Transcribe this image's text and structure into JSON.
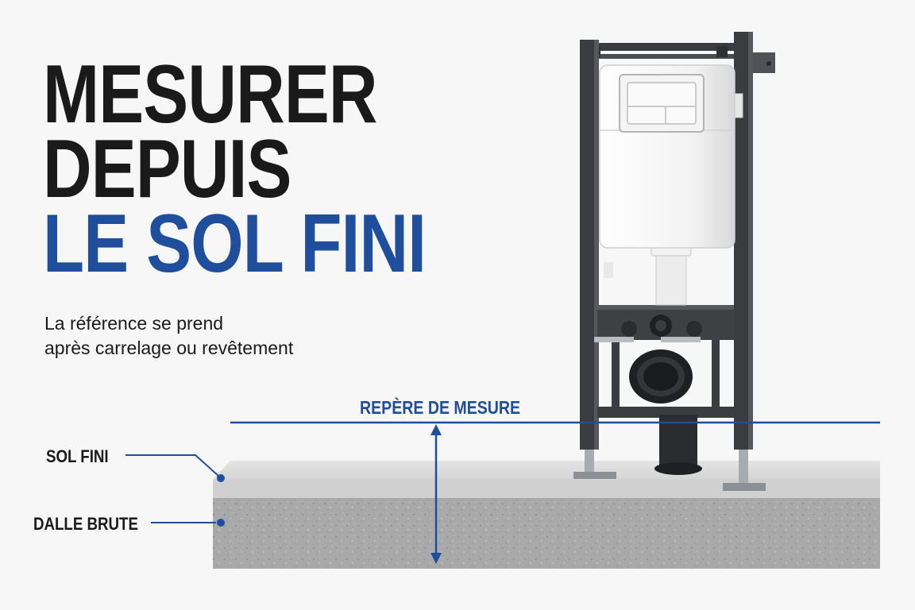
{
  "headline": {
    "line1": "MESURER",
    "line2": "DEPUIS",
    "line3": "LE SOL FINI"
  },
  "subtitle": {
    "line1": "La référence se prend",
    "line2": "après carrelage ou revêtement"
  },
  "diagram": {
    "reference_label": "REPÈRE DE MESURE",
    "finished_floor_label": "SOL FINI",
    "raw_slab_label": "DALLE BRUTE"
  },
  "colors": {
    "accent_blue": "#1f4f9c",
    "text_dark": "#1a1a1a",
    "frame_dark": "#3a3c40",
    "tile_surface": "#dedede",
    "concrete": "#a8a8a8"
  },
  "icons": [
    "wc-support-frame-icon",
    "cistern-icon",
    "flush-plate-icon"
  ]
}
